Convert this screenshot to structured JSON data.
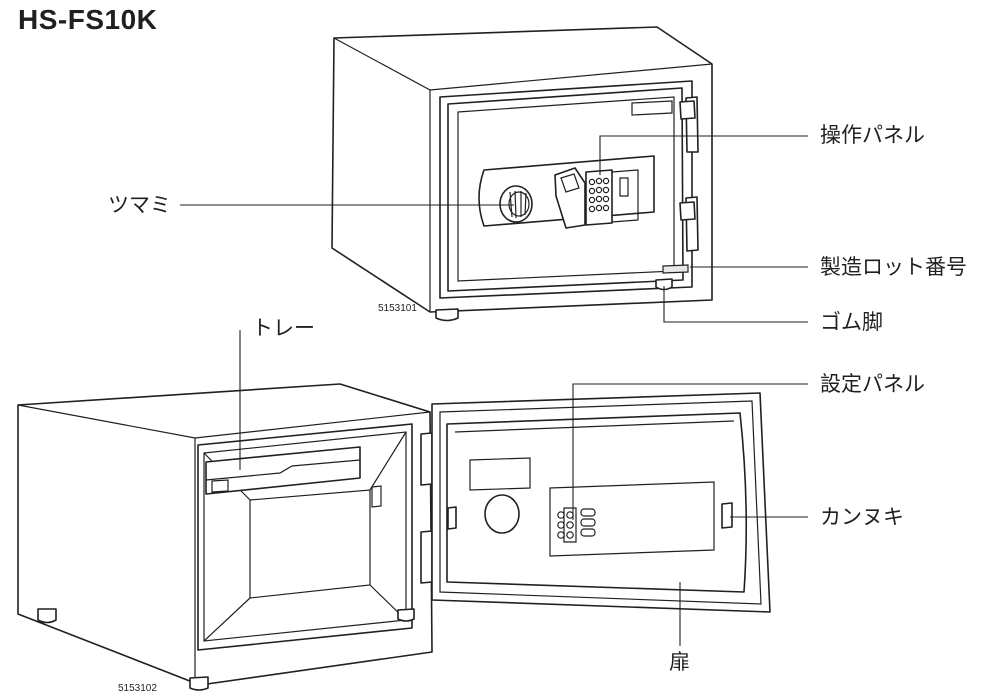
{
  "model": "HS-FS10K",
  "figures": {
    "top": "5153101",
    "bottom": "5153102"
  },
  "labels": {
    "control_panel": "操作パネル",
    "knob": "ツマミ",
    "lot_number": "製造ロット番号",
    "rubber_foot": "ゴム脚",
    "tray": "トレー",
    "setting_panel": "設定パネル",
    "bolt": "カンヌキ",
    "door": "扉"
  },
  "colors": {
    "ink": "#231f20",
    "paper": "#ffffff"
  }
}
